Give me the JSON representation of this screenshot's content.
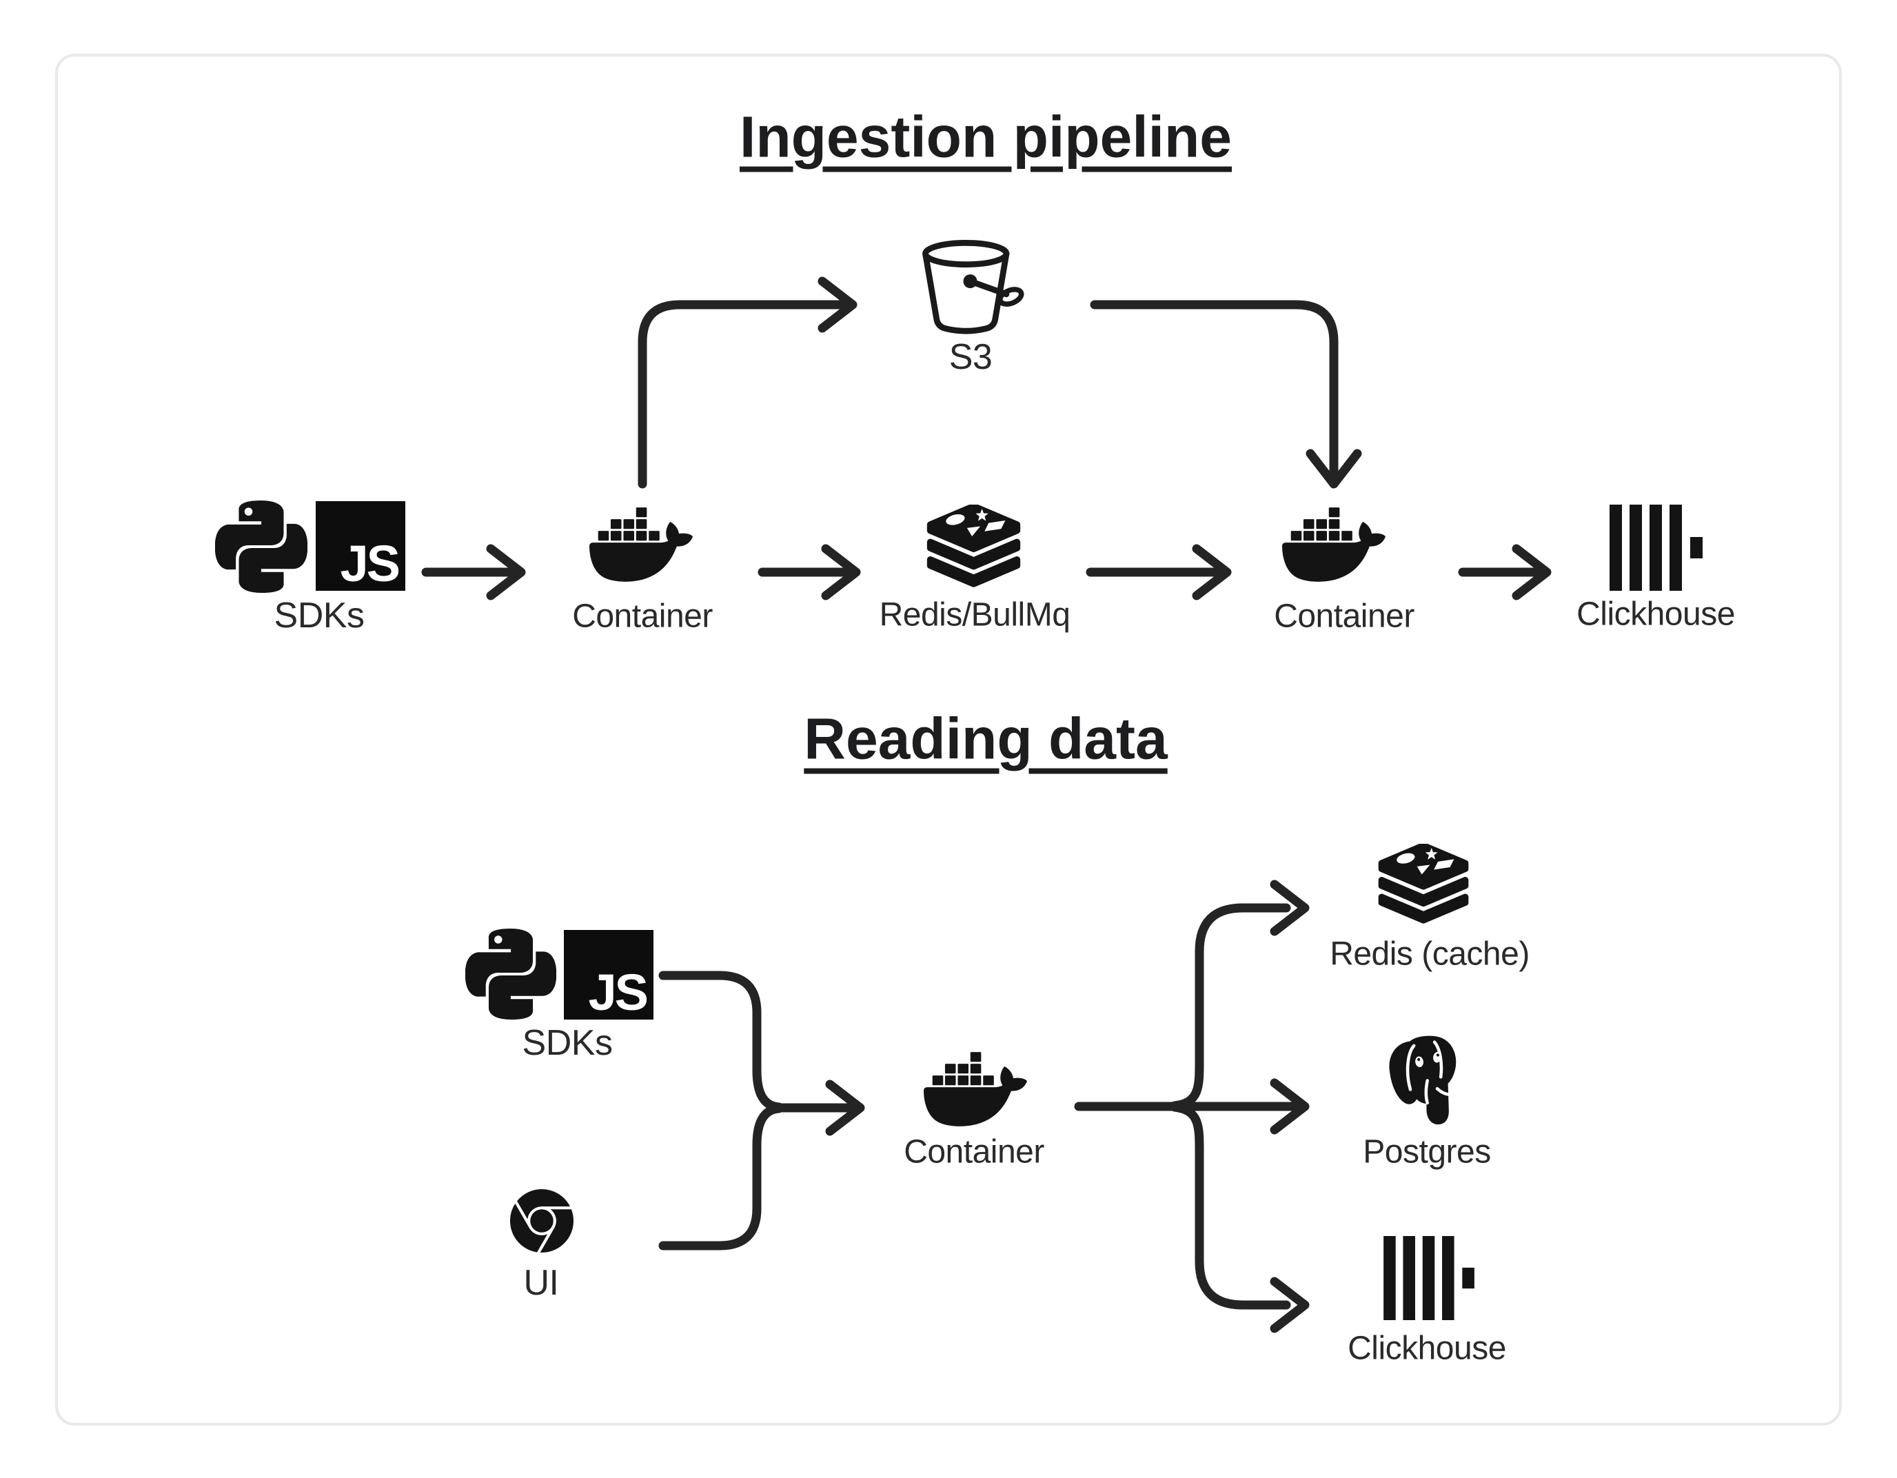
{
  "titles": {
    "ingestion": "Ingestion pipeline",
    "reading": "Reading data"
  },
  "icons": {
    "js_text": "JS"
  },
  "ingestion": {
    "sdks_label": "SDKs",
    "container_in_label": "Container",
    "queue_label": "Redis/BullMq",
    "s3_label": "S3",
    "container_out_label": "Container",
    "clickhouse_label": "Clickhouse"
  },
  "reading": {
    "sdks_label": "SDKs",
    "ui_label": "UI",
    "container_label": "Container",
    "redis_cache_label": "Redis (cache)",
    "postgres_label": "Postgres",
    "clickhouse_label": "Clickhouse"
  }
}
